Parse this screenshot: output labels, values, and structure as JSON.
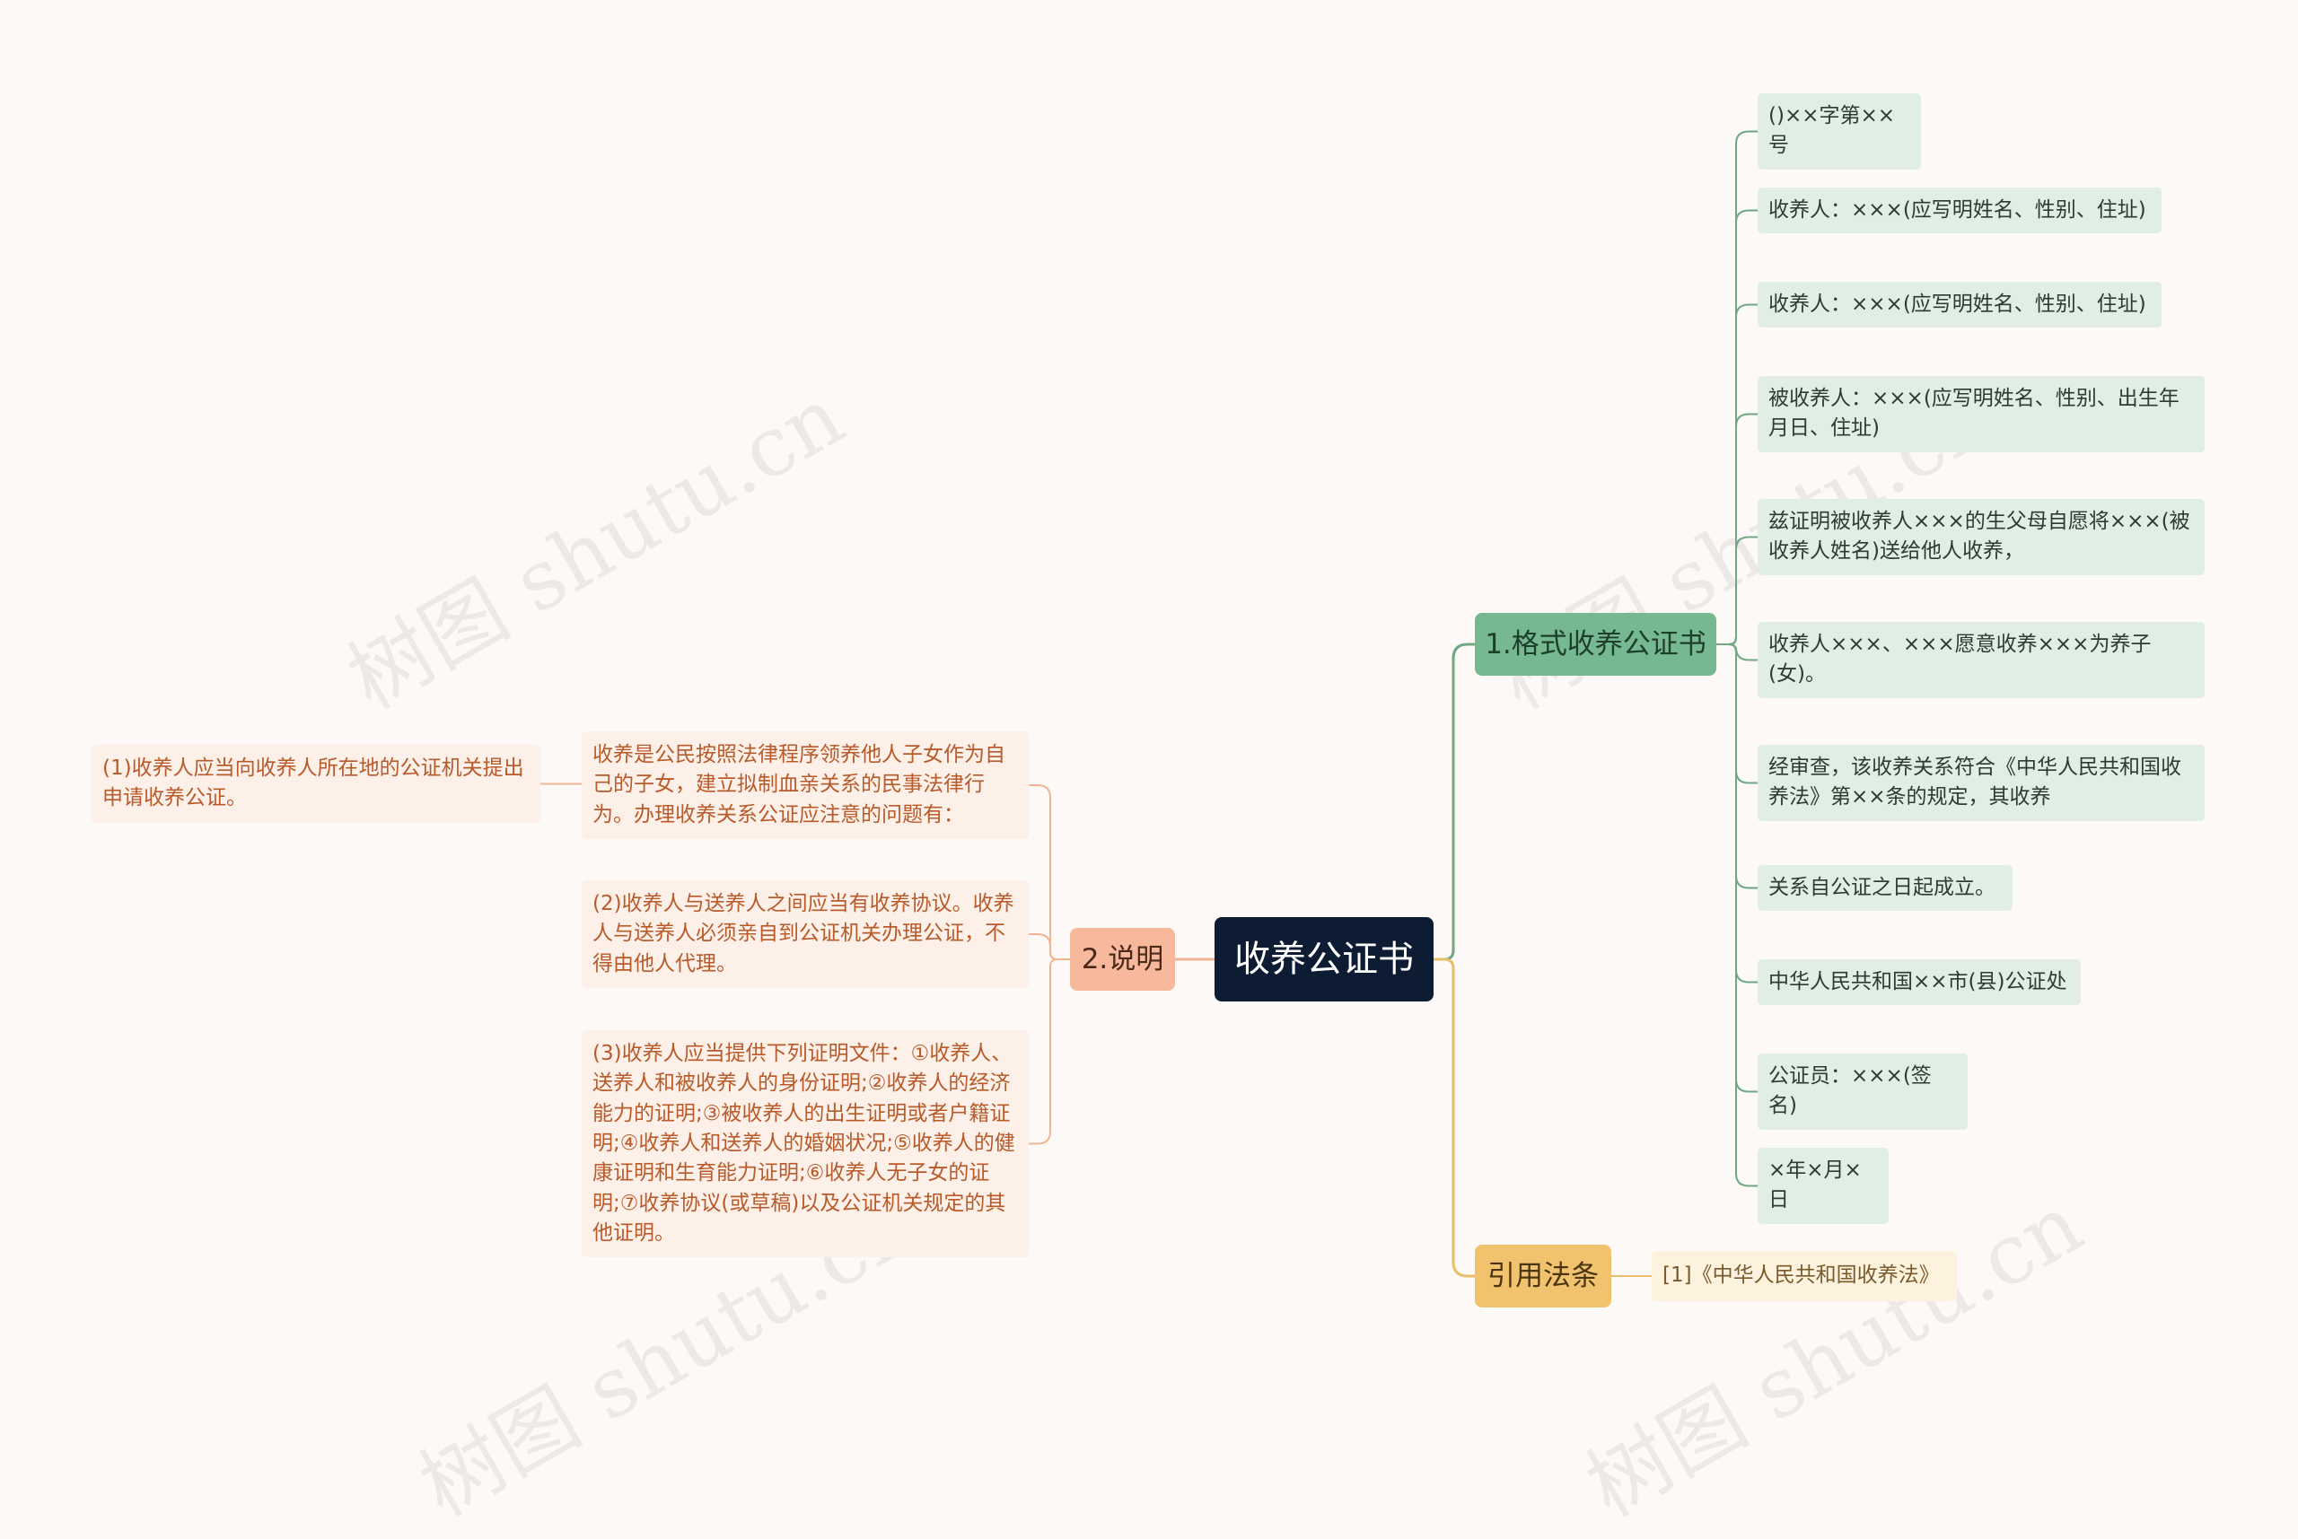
{
  "root": {
    "label": "收养公证书"
  },
  "branches": {
    "format": {
      "label": "1.格式收养公证书",
      "items": [
        "()××字第××号",
        "收养人：×××(应写明姓名、性别、住址)",
        "收养人：×××(应写明姓名、性别、住址)",
        "被收养人：×××(应写明姓名、性别、出生年月日、住址)",
        "兹证明被收养人×××的生父母自愿将×××(被收养人姓名)送给他人收养，",
        "收养人×××、×××愿意收养×××为养子(女)。",
        "经审查，该收养关系符合《中华人民共和国收养法》第××条的规定，其收养",
        "关系自公证之日起成立。",
        "中华人民共和国××市(县)公证处",
        "公证员：×××(签名)",
        "×年×月×日"
      ]
    },
    "note": {
      "label": "2.说明",
      "items": [
        "收养是公民按照法律程序领养他人子女作为自己的子女，建立拟制血亲关系的民事法律行为。办理收养关系公证应注意的问题有：",
        "(2)收养人与送养人之间应当有收养协议。收养人与送养人必须亲自到公证机关办理公证，不得由他人代理。",
        "(3)收养人应当提供下列证明文件：①收养人、送养人和被收养人的身份证明;②收养人的经济能力的证明;③被收养人的出生证明或者户籍证明;④收养人和送养人的婚姻状况;⑤收养人的健康证明和生育能力证明;⑥收养人无子女的证明;⑦收养协议(或草稿)以及公证机关规定的其他证明。"
      ],
      "sub_item": "(1)收养人应当向收养人所在地的公证机关提出申请收养公证。"
    },
    "law": {
      "label": "引用法条",
      "items": [
        "[1]《中华人民共和国收养法》"
      ]
    }
  },
  "watermark": "树图 shutu.cn",
  "colors": {
    "root": "#0d1c33",
    "format": "#76b88f",
    "note": "#f8b89b",
    "law": "#f1c36f",
    "format_link": "#6fa883",
    "note_link": "#f0b595",
    "law_link": "#e8be6a"
  }
}
